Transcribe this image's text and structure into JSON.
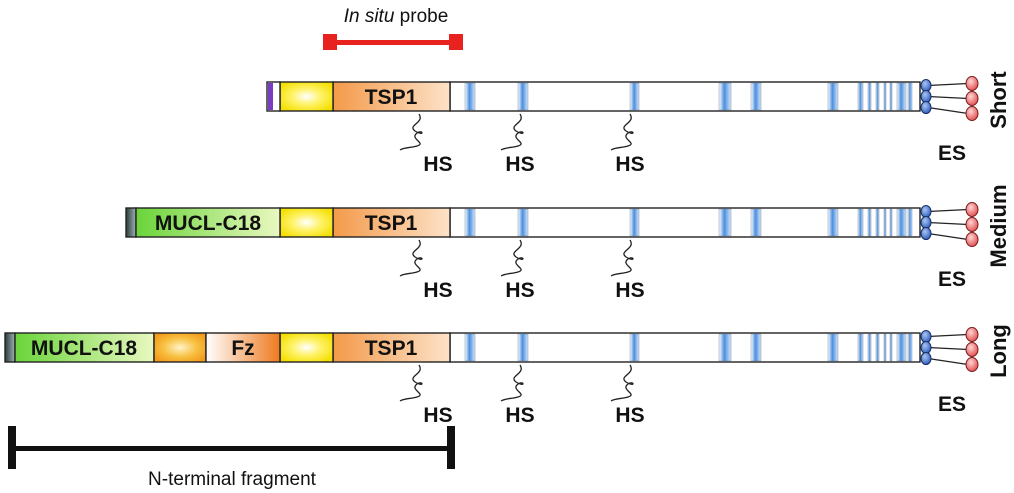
{
  "probe": {
    "label_italic": "In situ",
    "label_rest": " probe",
    "color": "#e8231f"
  },
  "fragment": {
    "label": "N-terminal fragment"
  },
  "domain_labels": {
    "mucl": "MUCL-C18",
    "tsp1": "TSP1",
    "fz": "Fz",
    "hs": "HS",
    "es": "ES"
  },
  "isoforms": [
    {
      "id": "short",
      "name": "Short",
      "has_mucl": false,
      "has_fz": false
    },
    {
      "id": "medium",
      "name": "Medium",
      "has_mucl": true,
      "has_fz": false
    },
    {
      "id": "long",
      "name": "Long",
      "has_mucl": true,
      "has_fz": true
    }
  ],
  "colors": {
    "mucl": "#7ed957",
    "yellow": "#f4e600",
    "tsp1": "#f6b47a",
    "fz": "#f08a30",
    "orange_blob": "#f7b52f",
    "stripe": "#4a8fe0",
    "es_blue": "#2a5bb8",
    "es_red": "#e05252",
    "purple": "#7a3cc0"
  }
}
